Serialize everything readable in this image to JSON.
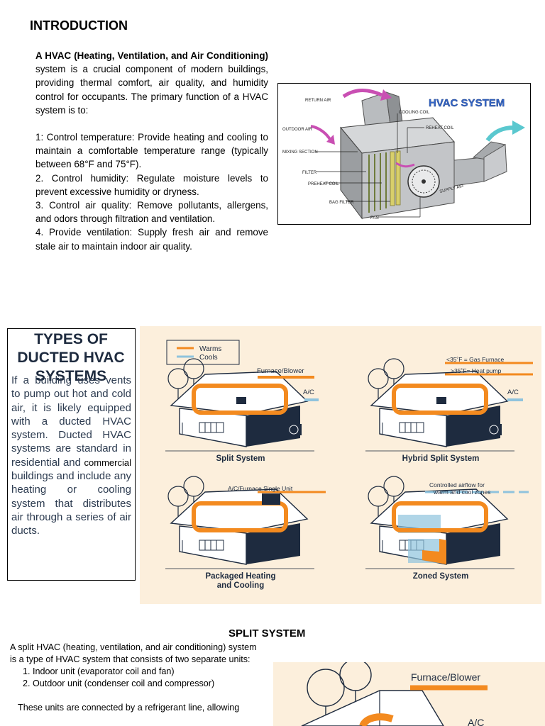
{
  "intro": {
    "heading": "INTRODUCTION",
    "p1_bold": "A HVAC (Heating, Ventilation, and Air Conditioning)",
    "p1_rest": " system is a crucial component of modern buildings, providing thermal comfort, air quality, and humidity control for occupants. The primary function of a HVAC system is to:",
    "items": [
      "1: Control temperature: Provide heating and cooling to maintain a comfortable temperature range (typically between 68°F and 75°F).",
      "2. Control humidity: Regulate moisture levels to prevent excessive humidity or dryness.",
      "3. Control air quality: Remove pollutants, allergens, and odors through filtration and ventilation.",
      "4. Provide ventilation: Supply fresh air and remove stale air to maintain indoor air quality."
    ]
  },
  "hvac_figure": {
    "title": "HVAC SYSTEM",
    "labels": {
      "return_air": "RETURN AIR",
      "outdoor_air": "OUTDOOR AIR",
      "mixing_section": "MIXING SECTION",
      "filter": "FILTER",
      "preheat_coil": "PREHEAT COIL",
      "bag_filter": "BAG FILTER",
      "fan": "FAN",
      "cooling_coil": "COOLING COIL",
      "reheat_coil": "REHEAT COIL",
      "supply_air": "SUPPLY AIR"
    }
  },
  "types": {
    "title": "TYPES OF DUCTED HVAC SYSTEMS",
    "body_a": "If a building uses vents to pump out hot and cold air, it is likely equipped with a ducted HVAC system. Ducted HVAC systems are standard in residential and ",
    "body_small": "commercial",
    "body_b": " buildings and include any heating or cooling system that distributes air through a series of air ducts."
  },
  "grid_figure": {
    "legend_warm": "Warms",
    "legend_cool": "Cools",
    "split_label": "Split System",
    "split_furnace": "Furnace/Blower",
    "split_ac": "A/C",
    "hybrid_label": "Hybrid Split System",
    "hybrid_gas": "<35˚F = Gas Furnace",
    "hybrid_pump": ">35˚F= Heat pump",
    "hybrid_ac": "A/C",
    "packaged_label_1": "Packaged Heating",
    "packaged_label_2": "and Cooling",
    "packaged_unit": "A/C/Furnace Single Unit",
    "zoned_label": "Zoned System",
    "zoned_note_1": "Controlled airflow for",
    "zoned_note_2": "warm and cool zones"
  },
  "split": {
    "heading": "SPLIT SYSTEM",
    "intro": "A split HVAC (heating, ventilation, and air conditioning) system is a type of HVAC system that consists of two separate units:",
    "items": [
      "Indoor unit (evaporator coil and fan)",
      "Outdoor unit (condenser coil and compressor)"
    ],
    "after": "These units are connected by a refrigerant line, allowing"
  },
  "split_figure": {
    "furnace": "Furnace/Blower",
    "ac": "A/C"
  },
  "colors": {
    "warm": "#f38a1f",
    "cool": "#8fc3dd",
    "figure_bg": "#fcefdc",
    "navy": "#1e2b3f",
    "magenta": "#c94fb3",
    "teal": "#5ac8cf"
  }
}
